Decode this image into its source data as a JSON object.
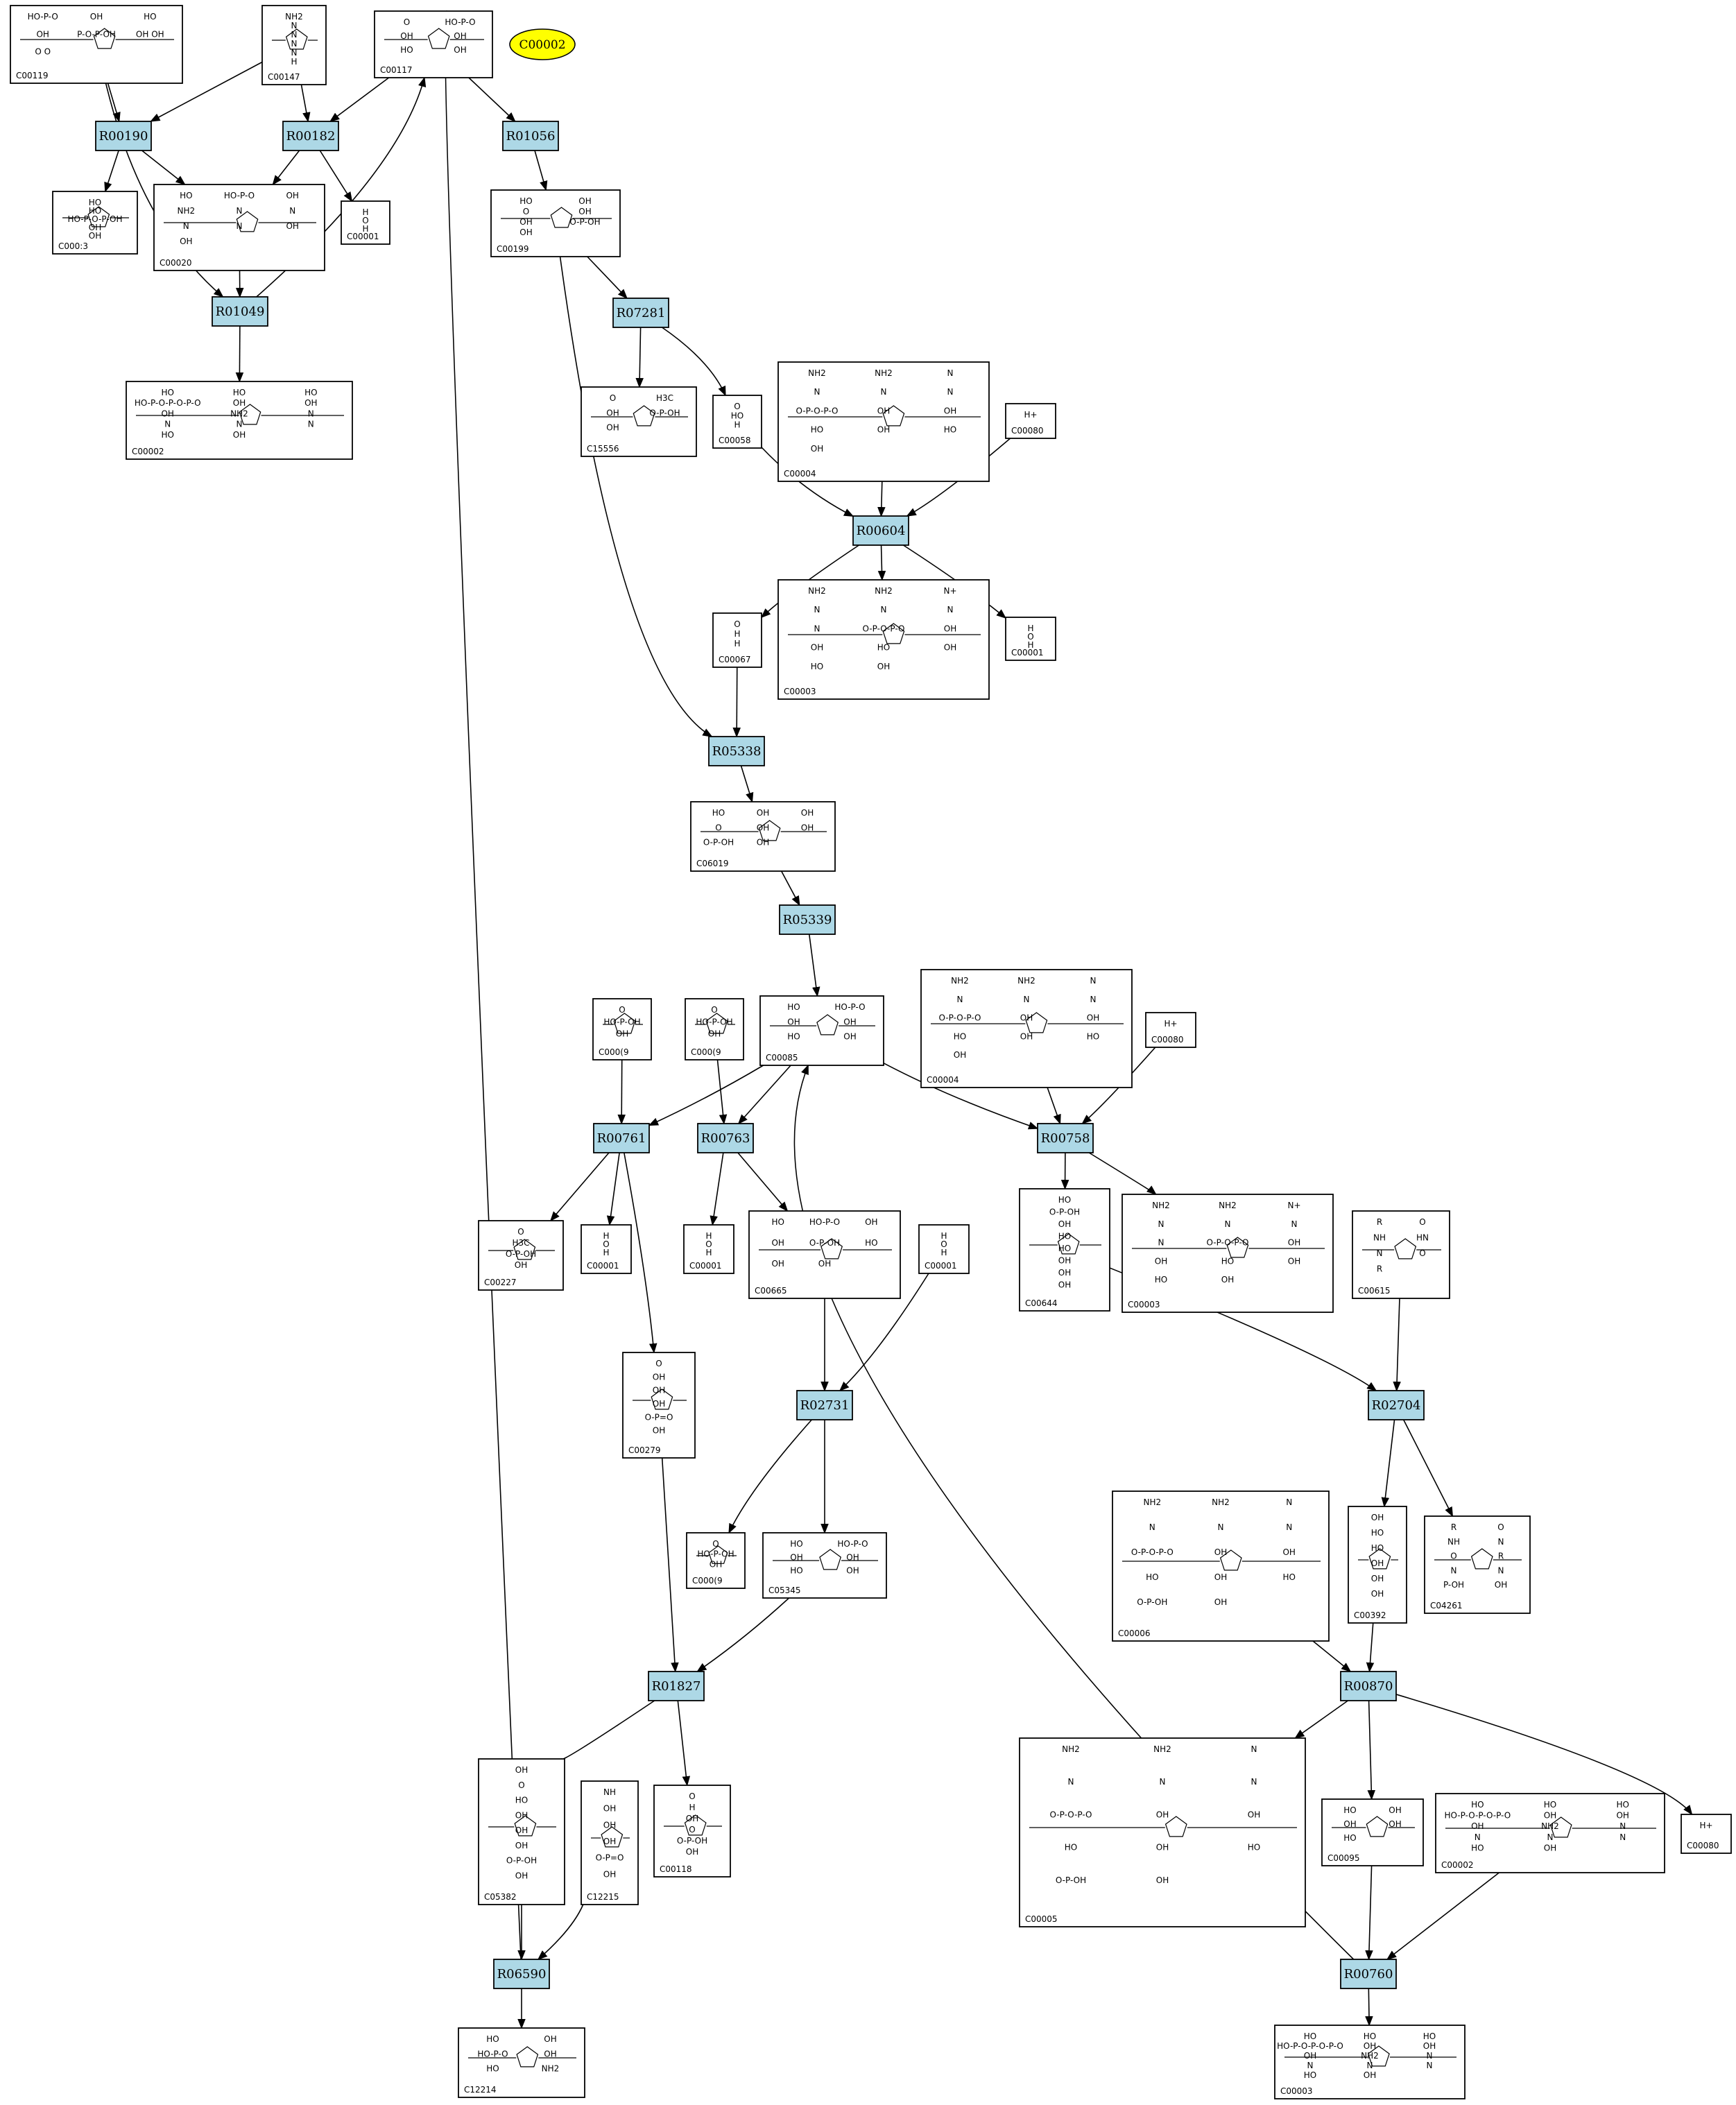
{
  "highlight": {
    "id": "C00002",
    "color": "#ffff00"
  },
  "colors": {
    "reaction_fill": "#add8e6",
    "compound_fill": "#ffffff",
    "edge": "#000000"
  },
  "reactions": [
    "R00190",
    "R00182",
    "R01056",
    "R01049",
    "R07281",
    "R00604",
    "R05338",
    "R05339",
    "R00761",
    "R00763",
    "R00758",
    "R02731",
    "R02704",
    "R01827",
    "R00870",
    "R06590",
    "R00760"
  ],
  "compounds": {
    "c00119": {
      "id": "C00119",
      "labels": [
        "HO-P-O",
        "OH",
        "HO",
        "OH",
        "P-O-P-OH",
        "OH OH",
        "O O"
      ]
    },
    "c00147": {
      "id": "C00147",
      "labels": [
        "NH2",
        "N",
        "N",
        "N",
        "N",
        "H"
      ]
    },
    "c00117": {
      "id": "C00117",
      "labels": [
        "O",
        "HO-P-O",
        "OH",
        "OH",
        "HO",
        "OH"
      ]
    },
    "c00013": {
      "id": "C000:3",
      "labels": [
        "HO",
        "HO",
        "HO-P-O-P-OH",
        "OH",
        "OH"
      ]
    },
    "c00020": {
      "id": "C00020",
      "labels": [
        "HO",
        "HO-P-O",
        "OH",
        "NH2",
        "N",
        "N",
        "N",
        "N",
        "OH",
        "OH"
      ]
    },
    "c00001a": {
      "id": "C00001",
      "labels": [
        "H",
        "O",
        "H"
      ]
    },
    "c00199": {
      "id": "C00199",
      "labels": [
        "HO",
        "OH",
        "O",
        "OH",
        "OH",
        "O-P-OH",
        "OH"
      ]
    },
    "c00002a": {
      "id": "C00002",
      "labels": [
        "HO",
        "HO",
        "HO",
        "HO-P-O-P-O-P-O",
        "OH",
        "OH",
        "OH",
        "NH2",
        "N",
        "N",
        "N",
        "N",
        "HO",
        "OH"
      ]
    },
    "c15556": {
      "id": "C15556",
      "labels": [
        "O",
        "H3C",
        "OH",
        "O-P-OH",
        "OH"
      ]
    },
    "c00058": {
      "id": "C00058",
      "labels": [
        "O",
        "HO",
        "H"
      ]
    },
    "c00004a": {
      "id": "C00004",
      "labels": [
        "NH2",
        "NH2",
        "N",
        "N",
        "N",
        "N",
        "O-P-O-P-O",
        "OH",
        "OH",
        "HO",
        "OH",
        "HO",
        "OH"
      ]
    },
    "c00080a": {
      "id": "C00080",
      "labels": [
        "H+"
      ]
    },
    "c00067": {
      "id": "C00067",
      "labels": [
        "O",
        "H",
        "H"
      ]
    },
    "c00003a": {
      "id": "C00003",
      "labels": [
        "NH2",
        "NH2",
        "N+",
        "N",
        "N",
        "N",
        "N",
        "O-P-O-P-O",
        "OH",
        "OH",
        "HO",
        "OH",
        "HO",
        "OH"
      ]
    },
    "c00001b": {
      "id": "C00001",
      "labels": [
        "H",
        "O",
        "H"
      ]
    },
    "c06019": {
      "id": "C06019",
      "labels": [
        "HO",
        "OH",
        "OH",
        "O",
        "OH",
        "OH",
        "O-P-OH",
        "OH"
      ]
    },
    "c00009a": {
      "id": "C000(9",
      "labels": [
        "O",
        "HO-P-OH",
        "OH"
      ]
    },
    "c00009b": {
      "id": "C000(9",
      "labels": [
        "O",
        "HO-P-OH",
        "OH"
      ]
    },
    "c00085": {
      "id": "C00085",
      "labels": [
        "HO",
        "HO-P-O",
        "OH",
        "OH",
        "HO",
        "OH"
      ]
    },
    "c00004b": {
      "id": "C00004",
      "labels": [
        "NH2",
        "NH2",
        "N",
        "N",
        "N",
        "N",
        "O-P-O-P-O",
        "OH",
        "OH",
        "HO",
        "OH",
        "HO",
        "OH"
      ]
    },
    "c00080b": {
      "id": "C00080",
      "labels": [
        "H+"
      ]
    },
    "c00227": {
      "id": "C00227",
      "labels": [
        "O",
        "H3C",
        "O-P-OH",
        "OH"
      ]
    },
    "c00001c": {
      "id": "C00001",
      "labels": [
        "H",
        "O",
        "H"
      ]
    },
    "c00001d": {
      "id": "C00001",
      "labels": [
        "H",
        "O",
        "H"
      ]
    },
    "c00665": {
      "id": "C00665",
      "labels": [
        "HO",
        "HO-P-O",
        "OH",
        "OH",
        "O-P-OH",
        "HO",
        "OH",
        "OH"
      ]
    },
    "c00001e": {
      "id": "C00001",
      "labels": [
        "H",
        "O",
        "H"
      ]
    },
    "c00644": {
      "id": "C00644",
      "labels": [
        "HO",
        "O-P-OH",
        "OH",
        "HO",
        "HO",
        "OH",
        "OH",
        "OH"
      ]
    },
    "c00003b": {
      "id": "C00003",
      "labels": [
        "NH2",
        "NH2",
        "N+",
        "N",
        "N",
        "N",
        "N",
        "O-P-O-P-O",
        "OH",
        "OH",
        "HO",
        "OH",
        "HO",
        "OH"
      ]
    },
    "c00615": {
      "id": "C00615",
      "labels": [
        "R",
        "O",
        "NH",
        "HN",
        "N",
        "O",
        "R"
      ]
    },
    "c00279": {
      "id": "C00279",
      "labels": [
        "O",
        "OH",
        "OH",
        "OH",
        "O-P=O",
        "OH"
      ]
    },
    "c00009c": {
      "id": "C000(9",
      "labels": [
        "O",
        "HO-P-OH",
        "OH"
      ]
    },
    "c05345": {
      "id": "C05345",
      "labels": [
        "HO",
        "HO-P-O",
        "OH",
        "OH",
        "HO",
        "OH"
      ]
    },
    "c00006": {
      "id": "C00006",
      "labels": [
        "NH2",
        "NH2",
        "N",
        "N",
        "N",
        "N",
        "O-P-O-P-O",
        "OH",
        "OH",
        "HO",
        "OH",
        "HO",
        "O-P-OH",
        "OH"
      ]
    },
    "c00392": {
      "id": "C00392",
      "labels": [
        "OH",
        "HO",
        "HO",
        "OH",
        "OH",
        "OH"
      ]
    },
    "c04261": {
      "id": "C04261",
      "labels": [
        "R",
        "O",
        "NH",
        "N",
        "O",
        "R",
        "N",
        "N",
        "P-OH",
        "OH"
      ]
    },
    "c05382": {
      "id": "C05382",
      "labels": [
        "OH",
        "O",
        "HO",
        "OH",
        "OH",
        "OH",
        "O-P-OH",
        "OH"
      ]
    },
    "c12215": {
      "id": "C12215",
      "labels": [
        "NH",
        "OH",
        "OH",
        "OH",
        "O-P=O",
        "OH"
      ]
    },
    "c00118": {
      "id": "C00118",
      "labels": [
        "O",
        "H",
        "OH",
        "O",
        "O-P-OH",
        "OH"
      ]
    },
    "c00005": {
      "id": "C00005",
      "labels": [
        "NH2",
        "NH2",
        "N",
        "N",
        "N",
        "N",
        "O-P-O-P-O",
        "OH",
        "OH",
        "HO",
        "OH",
        "HO",
        "O-P-OH",
        "OH"
      ]
    },
    "c00095": {
      "id": "C00095",
      "labels": [
        "HO",
        "OH",
        "OH",
        "OH",
        "HO"
      ]
    },
    "c00002b": {
      "id": "C00002",
      "labels": [
        "HO",
        "HO",
        "HO",
        "HO-P-O-P-O-P-O",
        "OH",
        "OH",
        "OH",
        "NH2",
        "N",
        "N",
        "N",
        "N",
        "HO",
        "OH"
      ]
    },
    "c00080c": {
      "id": "C00080",
      "labels": [
        "H+"
      ]
    },
    "c12214": {
      "id": "C12214",
      "labels": [
        "HO",
        "OH",
        "HO-P-O",
        "OH",
        "HO",
        "NH2"
      ]
    },
    "c00003c": {
      "id": "C00003",
      "labels": [
        "HO",
        "HO",
        "HO",
        "HO-P-O-P-O-P-O",
        "OH",
        "OH",
        "OH",
        "NH2",
        "N",
        "N",
        "N",
        "N",
        "HO",
        "OH"
      ]
    }
  }
}
